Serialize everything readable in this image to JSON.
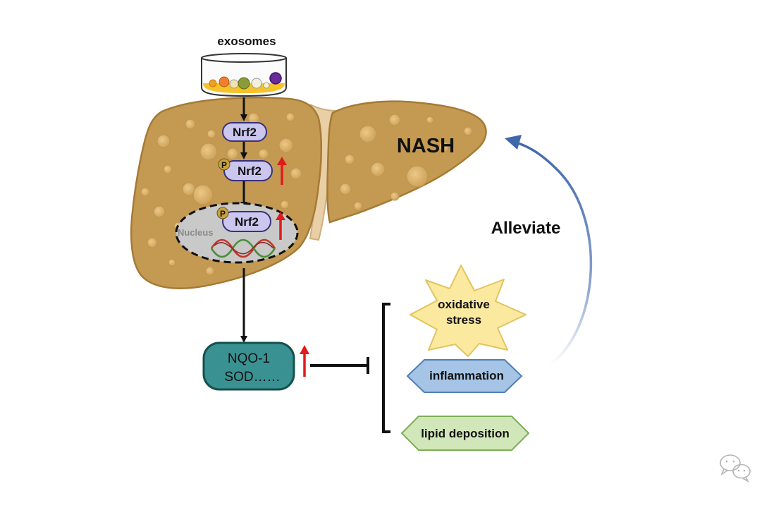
{
  "labels": {
    "exosomes": "exosomes",
    "nrf2_top": "Nrf2",
    "nrf2_mid": "Nrf2",
    "nrf2_nuc": "Nrf2",
    "phospho_1": "P",
    "phospho_2": "P",
    "nucleus": "Nucleus",
    "nash": "NASH",
    "alleviate": "Alleviate",
    "nqo1": "NQO-1",
    "sod": "SOD……",
    "oxidative": "oxidative",
    "stress": "stress",
    "inflammation": "inflammation",
    "lipid_deposition": "lipid deposition"
  },
  "colors": {
    "liver_fill": "#c49a52",
    "liver_stroke": "#a57a35",
    "droplet": "#ddb368",
    "nrf2_fill": "#cbc6ee",
    "nrf2_stroke": "#38307a",
    "phospho_fill": "#c8a23c",
    "nucleus_fill": "#c9c9c9",
    "up_arrow": "#e11b1b",
    "nqo_fill": "#3a9191",
    "nqo_stroke": "#14504f",
    "star_fill": "#fbe9a0",
    "star_stroke": "#e2c45e",
    "inflammation_fill": "#a5c4e6",
    "inflammation_stroke": "#4f7fb6",
    "lipid_fill": "#d2e7b9",
    "lipid_stroke": "#7dae55",
    "curve_arrow": "#3f67aa",
    "dish_fill": "#f6c22a"
  },
  "icons": [
    "petri-dish-icon",
    "dna-helix-icon",
    "wechat-icon"
  ]
}
